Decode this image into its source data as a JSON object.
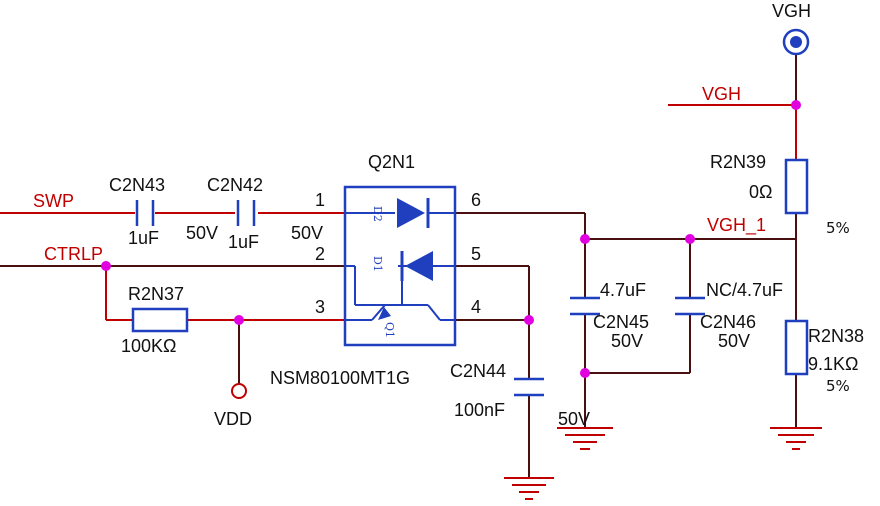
{
  "colors": {
    "wire_red": "#c00000",
    "wire_dark": "#4a0f0f",
    "junction": "#e000e0",
    "component_blue": "#1f3fbf",
    "ground_red": "#c00000",
    "text": "#111111"
  },
  "nets": {
    "swp": "SWP",
    "ctrlp": "CTRLP",
    "vgh_top": "VGH",
    "vgh_port": "VGH",
    "vgh_1": "VGH_1",
    "vdd": "VDD"
  },
  "components": {
    "c2n43": {
      "ref": "C2N43",
      "value": "1uF",
      "rating": "50V"
    },
    "c2n42": {
      "ref": "C2N42",
      "value": "1uF",
      "rating": "50V"
    },
    "q2n1": {
      "ref": "Q2N1",
      "part": "NSM80100MT1G",
      "pins": [
        "1",
        "2",
        "3",
        "4",
        "5",
        "6"
      ],
      "internal": {
        "d2": "D2",
        "d1": "D1",
        "q1": "Q1"
      }
    },
    "r2n37": {
      "ref": "R2N37",
      "value": "100KΩ"
    },
    "c2n44": {
      "ref": "C2N44",
      "value": "100nF",
      "rating": "50V"
    },
    "c2n45": {
      "ref": "C2N45",
      "value": "4.7uF",
      "rating": "50V"
    },
    "c2n46": {
      "ref": "C2N46",
      "value": "NC/4.7uF",
      "rating": "50V"
    },
    "r2n39": {
      "ref": "R2N39",
      "value": "0Ω",
      "tolerance": "5%"
    },
    "r2n38": {
      "ref": "R2N38",
      "value": "9.1KΩ",
      "tolerance": "5%"
    }
  }
}
